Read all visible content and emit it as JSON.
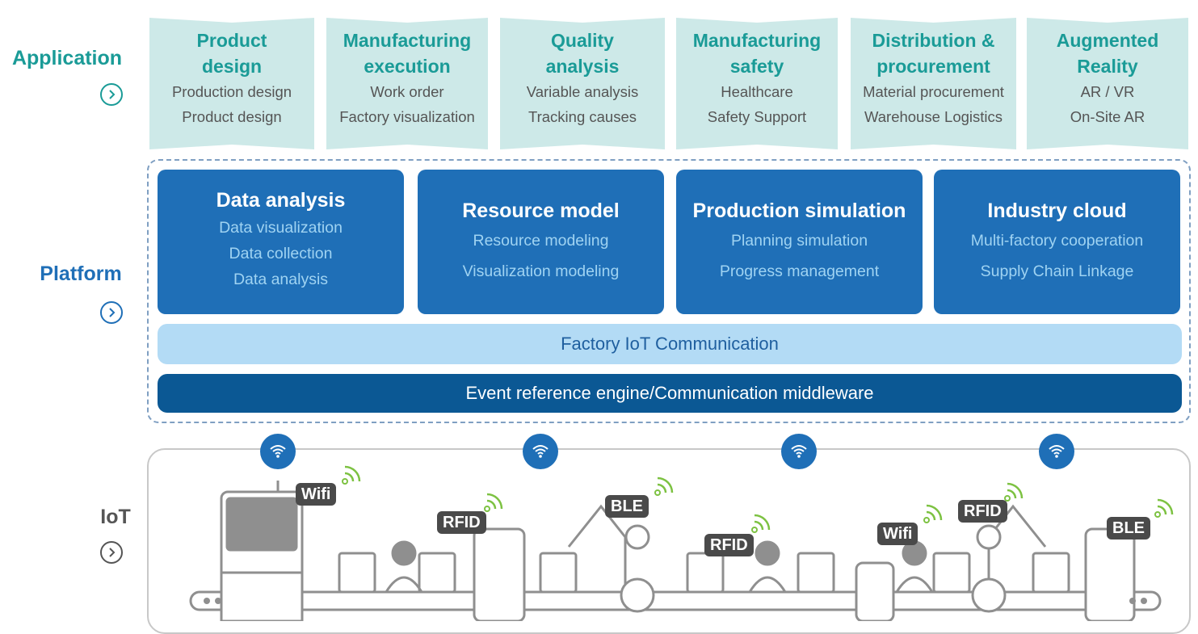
{
  "layers": {
    "application": "Application",
    "platform": "Platform",
    "iot": "IoT"
  },
  "colors": {
    "application": "#1a9b97",
    "platform": "#1f6fb7",
    "iot": "#555555",
    "app_card_bg": "#cde9e8",
    "platform_card_bg": "#1f6fb7",
    "communication_bar": "#b3dbf5",
    "middleware_bar": "#0b5894"
  },
  "icons": {
    "layer_arrow": "chevron-right-circle-icon",
    "wireless": "wifi-icon",
    "signal": "signal-waves-icon"
  },
  "applications": [
    {
      "title": "Product design",
      "items": [
        "Production design",
        "Product design"
      ]
    },
    {
      "title": "Manufacturing execution",
      "items": [
        "Work order",
        "Factory visualization"
      ]
    },
    {
      "title": "Quality analysis",
      "items": [
        "Variable analysis",
        "Tracking causes"
      ]
    },
    {
      "title": "Manufacturing safety",
      "items": [
        "Healthcare",
        "Safety Support"
      ]
    },
    {
      "title": "Distribution & procurement",
      "items": [
        "Material procurement",
        "Warehouse Logistics"
      ]
    },
    {
      "title": "Augmented Reality",
      "items": [
        "AR / VR",
        "On-Site AR"
      ]
    }
  ],
  "platform_modules": [
    {
      "title": "Data analysis",
      "items": [
        "Data visualization",
        "Data collection",
        "Data analysis"
      ]
    },
    {
      "title": "Resource model",
      "items": [
        "Resource modeling",
        "Visualization modeling"
      ]
    },
    {
      "title": "Production simulation",
      "items": [
        "Planning simulation",
        "Progress management"
      ]
    },
    {
      "title": "Industry cloud",
      "items": [
        "Multi-factory cooperation",
        "Supply Chain Linkage"
      ]
    }
  ],
  "communication": "Factory IoT Communication",
  "middleware": "Event reference engine/Communication middleware",
  "iot_tags": [
    "Wifi",
    "RFID",
    "BLE",
    "RFID",
    "Wifi",
    "RFID",
    "BLE"
  ]
}
